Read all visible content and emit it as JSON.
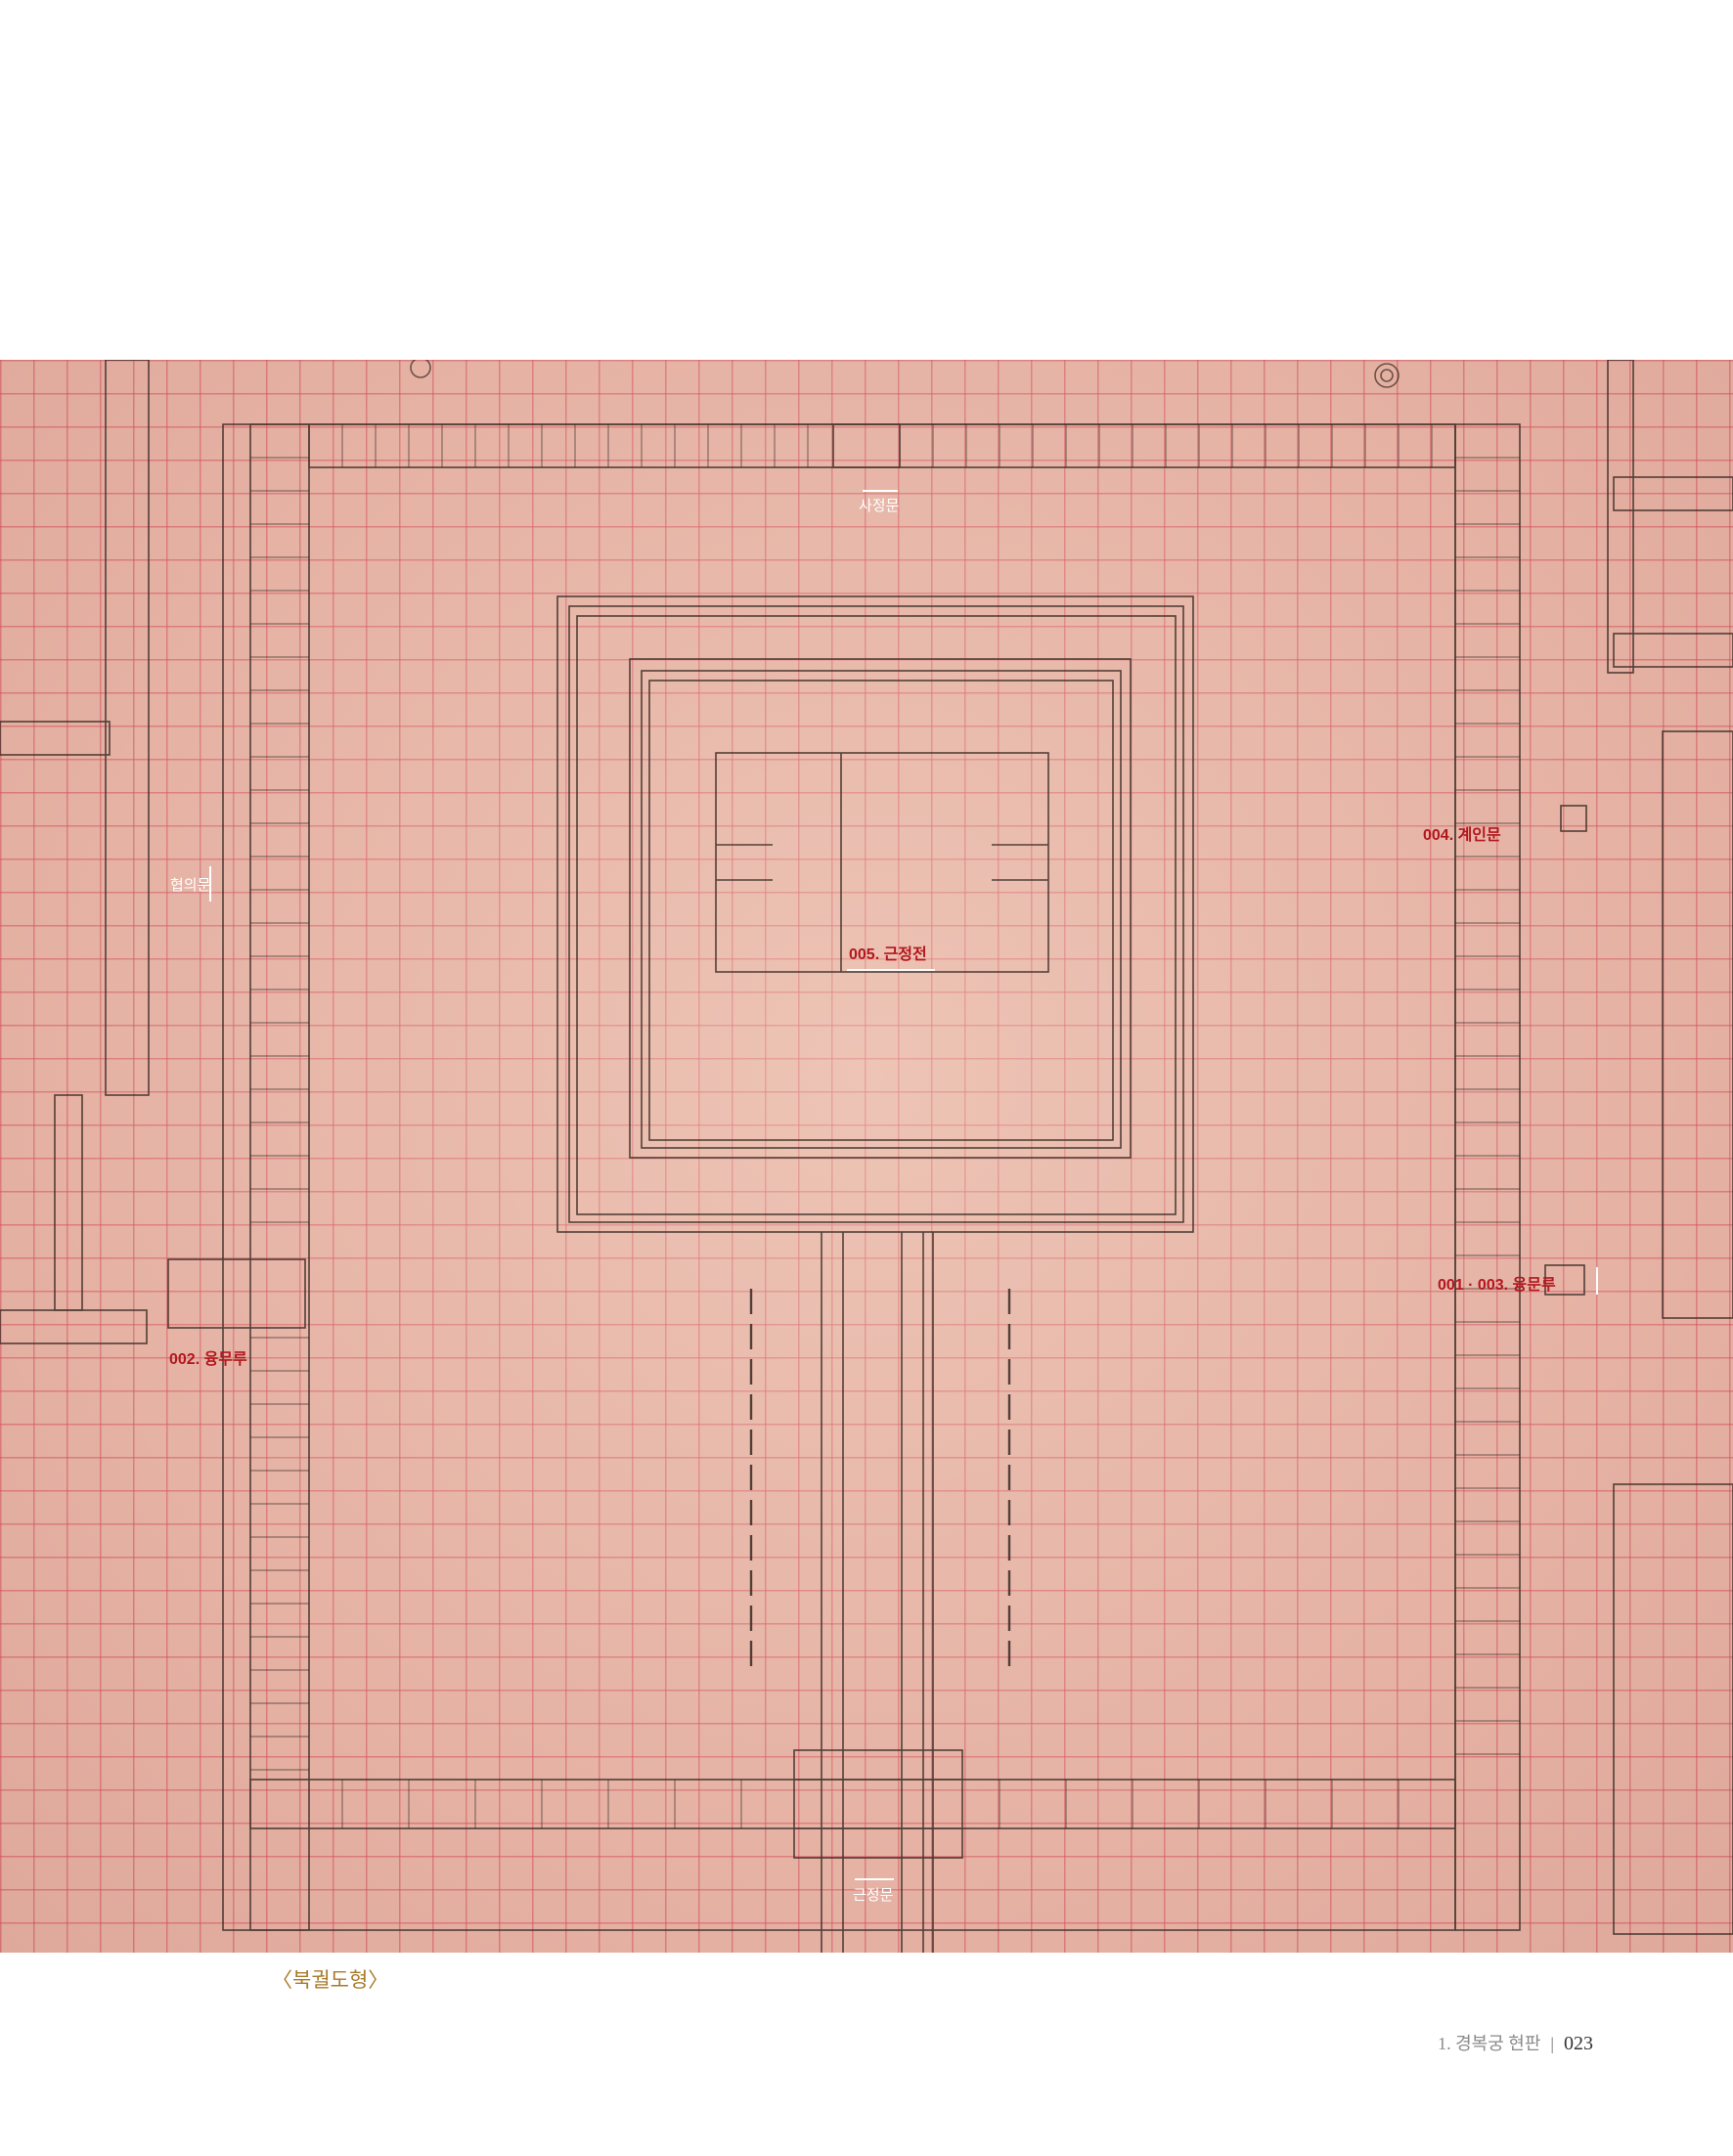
{
  "plan": {
    "labels": {
      "sajeongmun": "사정문",
      "hyeobimun": "협의문",
      "gyeinmun": "004. 계인문",
      "geunjeongjeon": "005. 근정전",
      "yongmuru": "002. 융무루",
      "yongmunru": "001 · 003. 융문루",
      "geunjeongmun": "근정문"
    }
  },
  "caption": "〈북궐도형〉",
  "footer": {
    "section": "1. 경복궁 현판",
    "separator": "|",
    "page_number": "023"
  },
  "colors": {
    "paper": "#e9b9aa",
    "grid_line": "#d33a4c",
    "ink": "#3a2a24",
    "label_red": "#b2171e",
    "caption": "#a87a2a"
  }
}
